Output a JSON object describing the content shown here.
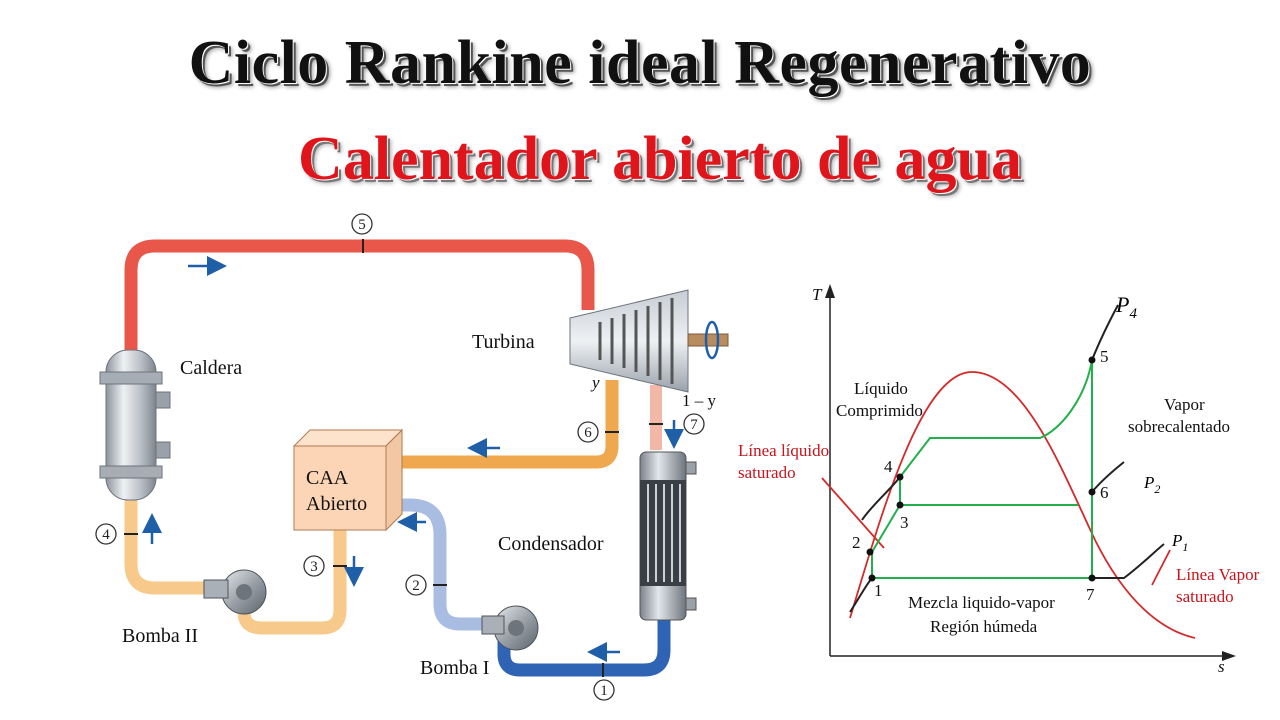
{
  "title": "Ciclo Rankine ideal Regenerativo",
  "subtitle": "Calentador abierto de agua",
  "schematic": {
    "turbina": "Turbina",
    "caldera": "Caldera",
    "caa_line1": "CAA",
    "caa_line2": "Abierto",
    "condensador": "Condensador",
    "bomba1": "Bomba I",
    "bomba2": "Bomba II",
    "y_label": "y",
    "one_minus_y": "1 – y",
    "states": [
      "1",
      "2",
      "3",
      "4",
      "5",
      "6",
      "7"
    ]
  },
  "ts_diagram": {
    "t_axis": "T",
    "s_axis": "s",
    "p4": "P",
    "p4_sub": "4",
    "p2": "P",
    "p2_sub": "2",
    "p1": "P",
    "p1_sub": "1",
    "liquido_1": "Líquido",
    "liquido_2": "Comprimido",
    "vapor_1": "Vapor",
    "vapor_2": "sobrecalentado",
    "linea_liq_1": "Línea líquido",
    "linea_liq_2": "saturado",
    "linea_vap_1": "Línea Vapor",
    "linea_vap_2": "saturado",
    "mezcla_1": "Mezcla liquido-vapor",
    "mezcla_2": "Región húmeda",
    "points": [
      "1",
      "2",
      "3",
      "4",
      "5",
      "6",
      "7"
    ]
  },
  "colors": {
    "hot_pipe": "#e8574a",
    "orange_pipe": "#f0a84e",
    "light_pipe": "#f7c98a",
    "blue_pipe": "#2f63b4",
    "lightblue_pipe": "#a9bde3",
    "green_cycle": "#22b04a",
    "red_dome": "#d42a2a",
    "arrow_blue": "#1f5fa8"
  }
}
